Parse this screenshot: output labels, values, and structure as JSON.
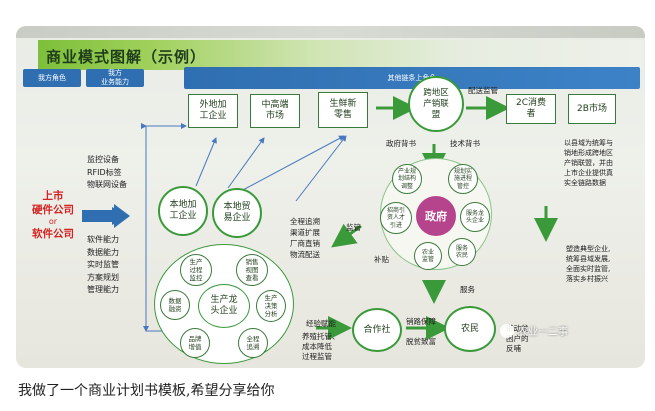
{
  "title": "商业模式图解（示例）",
  "headers": {
    "our_role": "我方角色",
    "our_capability": "我方\n业务能力",
    "other_roles": "其他链条上角色"
  },
  "left_company": [
    "上市",
    "硬件公司",
    "or",
    "软件公司"
  ],
  "capabilities": [
    "监控设备",
    "RFID标签",
    "物联网设备",
    "软件能力",
    "数据能力",
    "实时监管",
    "方案规划",
    "管理能力"
  ],
  "top_nodes": {
    "local_processing": "外地加\n工企业",
    "mid_high_market": "中高端\n市场",
    "fresh_retail": "生鲜新\n零售",
    "alliance": "跨地区\n产销联\n盟",
    "c2c": "2C消费\n者",
    "b2b": "2B市场",
    "distribution": "配送监管"
  },
  "mid_nodes": {
    "local_proc": "本地加\n工企业",
    "local_trade": "本地贸\n易企业"
  },
  "cluster": {
    "center": "生产龙\n头企业",
    "production_process": "生产\n过程\n监控",
    "sales_view": "销售\n视图\n查看",
    "data_finance": "数据\n融资",
    "production_decision": "生产\n决策\n分析",
    "brand": "品牌\n增值",
    "full_trace": "全程\n追溯"
  },
  "services": [
    "全程追溯",
    "渠道扩展",
    "厂商直销",
    "物流配送"
  ],
  "government": {
    "center": "政府",
    "ring": [
      "产业规\n划结构\n调整",
      "规划实\n施进程\n管控",
      "服务龙\n头企业",
      "服务\n农民",
      "农业\n监管",
      "招商引\n资人才\n引进"
    ]
  },
  "labels": {
    "gov_endorse": "政府背书",
    "tech_endorse": "技术背书",
    "supervise": "监管",
    "subsidy": "补贴",
    "service": "服务",
    "experience": "经验赋能",
    "sales_guarantee": "销路保障",
    "poverty": "脱贫致富",
    "support_left": "养殖托管、\n成本降低\n过程监管"
  },
  "bottom_nodes": {
    "coop": "合作社",
    "farmers": "农民",
    "drive": "带动贫\n困户的\n反哺"
  },
  "right_notes": [
    "以县域为统筹与",
    "销地形成跨地区",
    "产销联盟，并由",
    "上市企业提供真",
    "实全链路数据"
  ],
  "right_notes2": [
    "塑造典型企业,",
    "统筹县域发展,",
    "全面实时监管,",
    "落实乡村振兴"
  ],
  "watermark": "农业一二事",
  "caption": "我做了一个商业计划书模板,希望分享给你"
}
